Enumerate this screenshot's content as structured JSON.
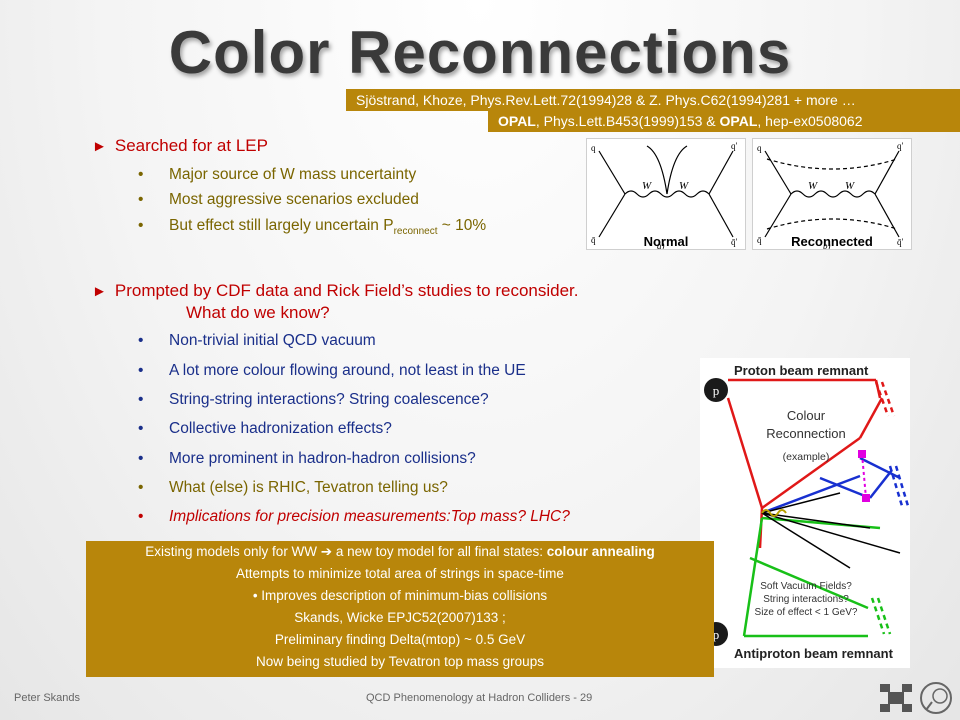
{
  "slide": {
    "title": "Color Reconnections",
    "refs": {
      "ref1": "Sjöstrand, Khoze, Phys.Rev.Lett.72(1994)28 & Z. Phys.C62(1994)281 + more …",
      "ref2_a": "OPAL",
      "ref2_b": ", Phys.Lett.B453(1999)153 & ",
      "ref2_c": "OPAL",
      "ref2_d": ", hep-ex0508062"
    },
    "bullet1": {
      "text": "Searched for at LEP",
      "items": [
        "Major source of W mass uncertainty",
        "Most aggressive scenarios excluded",
        "But effect still largely uncertain P"
      ],
      "sub_reconnect": "reconnect",
      "tail": " ~ 10%"
    },
    "bullet2": {
      "text_line1": "Prompted by CDF data and Rick Field’s studies to reconsider.",
      "text_line2": "What do we know?",
      "items": [
        "Non-trivial initial QCD vacuum",
        "A lot more colour flowing around, not least in the UE",
        "String-string interactions? String coalescence?",
        "Collective hadronization effects?",
        "More prominent in hadron-hadron collisions?",
        "What (else) is RHIC, Tevatron telling us?",
        "Implications for  precision measurements:Top mass? LHC?"
      ]
    },
    "feynman": {
      "normal_label": "Normal",
      "reconnected_label": "Reconnected",
      "q": "q",
      "qbar": "q̄",
      "qprime": "q′",
      "qbarprime": "q̄′",
      "w": "W",
      "a": "a)",
      "b": "b)"
    },
    "diagram": {
      "top_label": "Proton beam remnant",
      "bottom_label": "Antiproton beam remnant",
      "p_top": "p",
      "p_bottom": "p",
      "cr_line1": "Colour",
      "cr_line2": "Reconnection",
      "cr_line3": "(example)",
      "soft1": "Soft Vacuum Fields?",
      "soft2": "String interactions?",
      "soft3": "Size of effect < 1 GeV?"
    },
    "box": {
      "line1_a": "Existing models only for WW ",
      "line1_arrow": "➔",
      "line1_b": " a new toy model for all final states: ",
      "line1_bold": "colour annealing",
      "line2": "Attempts to minimize total area of strings in space-time",
      "line3": "• Improves description of minimum-bias collisions",
      "line4": "Skands, Wicke EPJC52(2007)133 ;",
      "line5": "Preliminary finding Delta(mtop) ~ 0.5 GeV",
      "line6": "Now being studied by Tevatron top mass groups"
    },
    "footer": {
      "author": "Peter Skands",
      "center": "QCD Phenomenology at Hadron Colliders - 29"
    },
    "icons": [
      "fermilab-logo-icon",
      "cern-logo-icon"
    ],
    "colors": {
      "gold": "#b8860b",
      "red": "#c00000",
      "blue": "#1a2f8a"
    }
  }
}
